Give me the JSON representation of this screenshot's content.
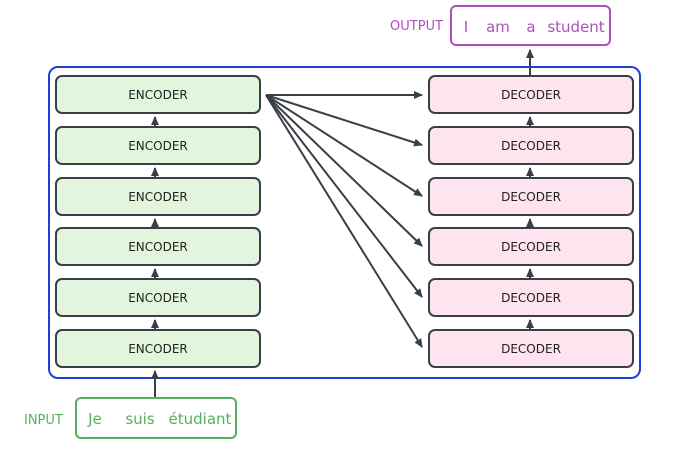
{
  "output": {
    "label": "OUTPUT",
    "tokens": [
      "I",
      "am",
      "a",
      "student"
    ]
  },
  "input": {
    "label": "INPUT",
    "tokens": [
      "Je",
      "suis",
      "étudiant"
    ]
  },
  "encoders": [
    "ENCODER",
    "ENCODER",
    "ENCODER",
    "ENCODER",
    "ENCODER",
    "ENCODER"
  ],
  "decoders": [
    "DECODER",
    "DECODER",
    "DECODER",
    "DECODER",
    "DECODER",
    "DECODER"
  ],
  "colors": {
    "container": "#1f3fd6",
    "encoder_fill": "#e2f5dd",
    "decoder_fill": "#fde4ee",
    "block_stroke": "#3a3f47",
    "arrow": "#3a3f47",
    "input": "#56b15e",
    "output": "#b04fc0"
  }
}
